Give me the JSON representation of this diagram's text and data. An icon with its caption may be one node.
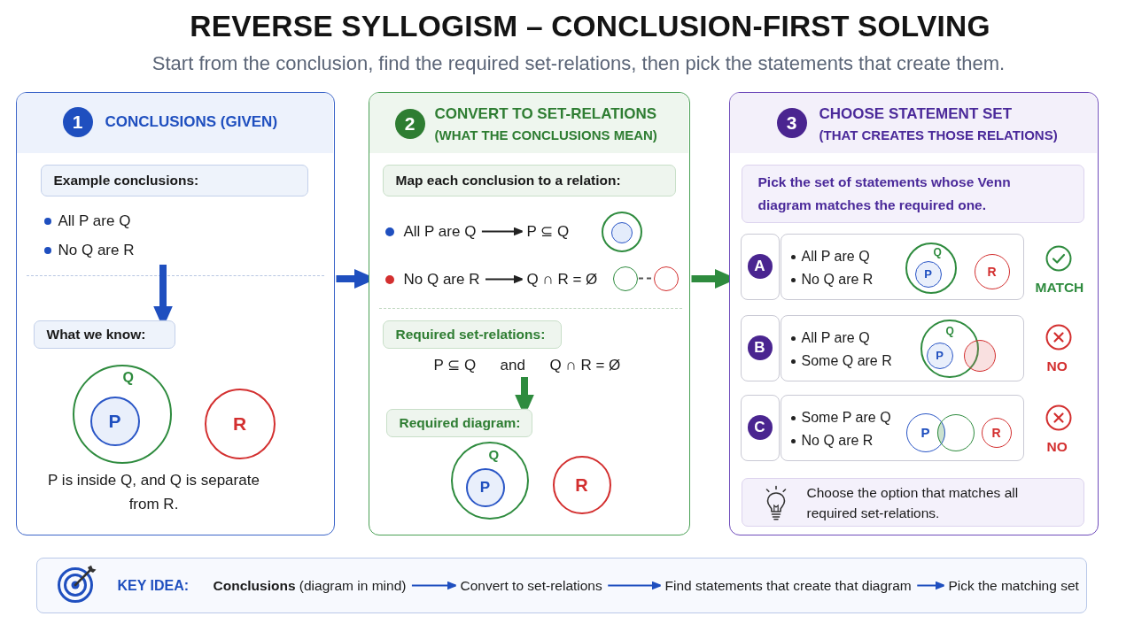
{
  "diagram": {
    "title": "REVERSE SYLLOGISM – CONCLUSION-FIRST SOLVING",
    "nodes": [
      {
        "text": [
          "1",
          "CONCLUSIONS (GIVEN)",
          "P is inside Q, and Q is separate from R."
        ]
      },
      {
        "text": [
          "Example conclusions:"
        ],
        "in": 0
      },
      {
        "text": [
          "All P are Q",
          "No Q are R"
        ],
        "in": 0
      },
      {
        "text": [
          "What we know:"
        ],
        "in": 0
      },
      {
        "text": [
          "Q"
        ],
        "in": 0
      },
      {
        "text": [
          "P"
        ],
        "in": 4
      },
      {
        "text": [
          "R"
        ],
        "in": 0
      },
      {
        "text": [
          "2",
          "CONVERT TO SET-RELATIONS",
          "(WHAT THE CONCLUSIONS MEAN)"
        ]
      },
      {
        "text": [
          "Map each conclusion to a relation:"
        ],
        "in": 7
      },
      {
        "text": [
          "All P are Q"
        ],
        "in": 7
      },
      {
        "text": [
          "P ⊆ Q"
        ],
        "in": 7
      },
      {
        "text": [],
        "shape": "circle",
        "in": 7
      },
      {
        "text": [],
        "shape": "circle",
        "in": 11
      },
      {
        "text": [
          "No Q are R"
        ],
        "in": 7
      },
      {
        "text": [
          "Q ∩ R = Ø"
        ],
        "in": 7
      },
      {
        "text": [],
        "shape": "circle",
        "in": 7
      },
      {
        "text": [],
        "shape": "circle",
        "in": 7
      },
      {
        "text": [
          "Required set-relations:"
        ],
        "in": 7
      },
      {
        "text": [
          "P ⊆ Q",
          "and",
          "Q ∩ R = Ø"
        ],
        "in": 7
      },
      {
        "text": [
          "Required diagram:"
        ],
        "in": 7
      },
      {
        "text": [
          "Q"
        ],
        "in": 7
      },
      {
        "text": [
          "P"
        ],
        "in": 20
      },
      {
        "text": [
          "R"
        ],
        "in": 7
      },
      {
        "text": [
          "3",
          "CHOOSE STATEMENT SET",
          "(THAT CREATES THOSE RELATIONS)"
        ]
      },
      {
        "text": [
          "Pick the set of statements whose Venn diagram matches the required one."
        ],
        "in": 23
      },
      {
        "text": [
          "A"
        ],
        "in": 23
      },
      {
        "text": [
          "All P are Q",
          "No Q are R"
        ],
        "in": 23,
        "beside": [
          "MATCH"
        ]
      },
      {
        "text": [
          "Q"
        ],
        "in": 26
      },
      {
        "text": [
          "P"
        ],
        "in": 27
      },
      {
        "text": [
          "R"
        ],
        "in": 26
      },
      {
        "text": [
          "B"
        ],
        "in": 23
      },
      {
        "text": [
          "All P are Q",
          "Some Q are R"
        ],
        "in": 23,
        "beside": [
          "NO"
        ]
      },
      {
        "text": [
          "Q"
        ],
        "in": 31
      },
      {
        "text": [
          "P"
        ],
        "in": 32
      },
      {
        "text": [],
        "shape": "circle",
        "in": 31
      },
      {
        "text": [
          "C"
        ],
        "in": 23
      },
      {
        "text": [
          "Some P are Q",
          "No Q are R"
        ],
        "in": 23,
        "beside": [
          "NO"
        ]
      },
      {
        "text": [
          "P"
        ],
        "in": 36
      },
      {
        "text": [],
        "shape": "circle",
        "in": 36
      },
      {
        "text": [
          "R"
        ],
        "in": 36
      },
      {
        "text": [
          "Choose the option that matches all required set-relations."
        ],
        "in": 23
      },
      {
        "text": [
          "KEY IDEA:"
        ]
      },
      {
        "text": [
          "**Conclusions** (diagram in mind)"
        ],
        "in": 41
      },
      {
        "text": [
          "Convert to set-relations"
        ],
        "in": 41
      },
      {
        "text": [
          "Find statements that create that diagram"
        ],
        "in": 41
      },
      {
        "text": [
          "Pick the matching set"
        ],
        "in": 41
      }
    ],
    "edges": [
      {
        "from": 2,
        "to": 3,
        "arrow": "to",
        "style": "thick"
      },
      {
        "from": 0,
        "to": 7,
        "arrow": "to",
        "style": "thick"
      },
      {
        "from": 9,
        "to": 10,
        "arrow": "to",
        "color": "#222222"
      },
      {
        "from": 13,
        "to": 14,
        "arrow": "to",
        "color": "#222222"
      },
      {
        "from": 15,
        "to": 16,
        "arrow": "none",
        "style": "dashed",
        "color": "#555555"
      },
      {
        "from": 18,
        "to": 19,
        "arrow": "to",
        "style": "thick",
        "color": "#2e8b3e"
      },
      {
        "from": 7,
        "to": 23,
        "arrow": "to",
        "style": "thick",
        "color": "#2e8b3e"
      },
      {
        "from": 42,
        "to": 43,
        "arrow": "to"
      },
      {
        "from": 43,
        "to": 44,
        "arrow": "to"
      },
      {
        "from": 44,
        "to": 45,
        "arrow": "to"
      }
    ],
    "labels": [
      "Start from the conclusion, find the required set-relations, then pick the statements that create them."
    ]
  }
}
